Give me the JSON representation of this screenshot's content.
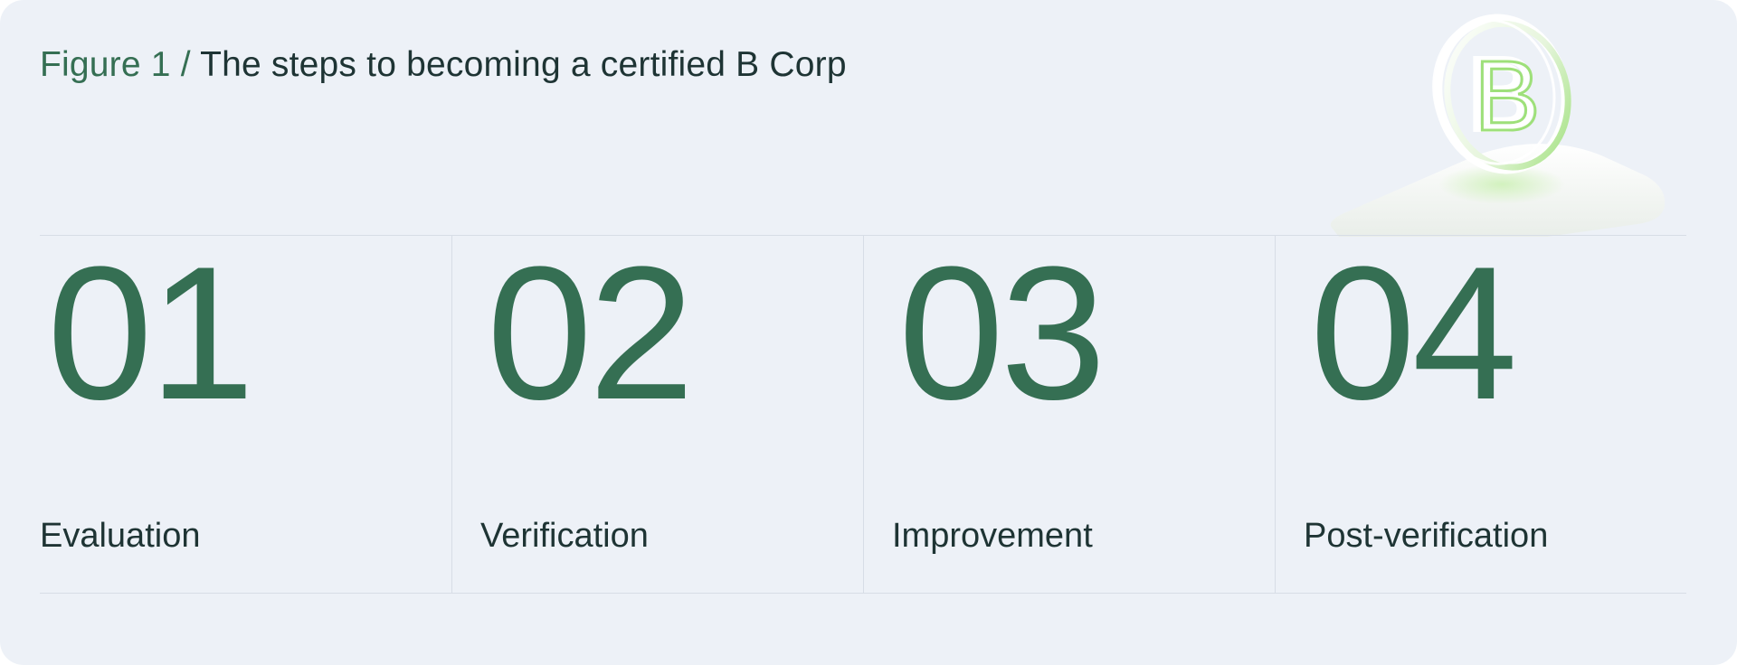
{
  "figure": {
    "prefix": "Figure 1",
    "separator": " / ",
    "title": "The steps to becoming a certified B Corp"
  },
  "badge": {
    "letter": "B",
    "icon": "b-corp-badge-icon"
  },
  "steps": [
    {
      "number": "01",
      "label": "Evaluation"
    },
    {
      "number": "02",
      "label": "Verification"
    },
    {
      "number": "03",
      "label": "Improvement"
    },
    {
      "number": "04",
      "label": "Post-verification"
    }
  ],
  "colors": {
    "background": "#edf1f7",
    "accent_green": "#356f53",
    "text_dark": "#1e3434",
    "divider": "#d7dde6",
    "badge_green": "#9ee07a"
  }
}
